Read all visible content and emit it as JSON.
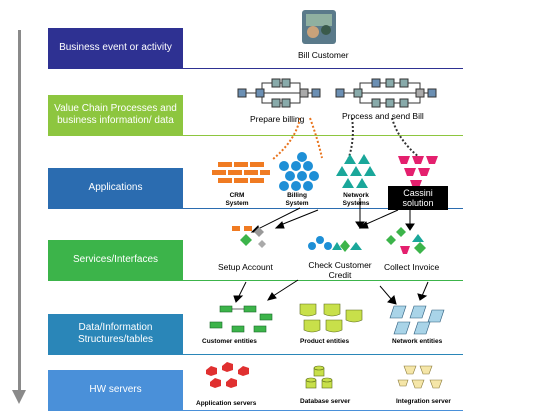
{
  "layers": [
    {
      "label": "Business event or activity",
      "color": "#2e3192"
    },
    {
      "label": "Value Chain Processes and business information/ data",
      "color": "#8dc63f"
    },
    {
      "label": "Applications",
      "color": "#2b6cb0"
    },
    {
      "label": "Services/Interfaces",
      "color": "#3cb44a"
    },
    {
      "label": "Data/Information Structures/tables",
      "color": "#2a86b8"
    },
    {
      "label": "HW servers",
      "color": "#4a90d9"
    }
  ],
  "business_event": {
    "label": "Bill Customer"
  },
  "processes": [
    "Prepare billing",
    "Process and send Bill"
  ],
  "applications": [
    "CRM System",
    "Billing System",
    "Network Systems"
  ],
  "cassini": "Cassini solution",
  "services": [
    "Setup Account",
    "Check Customer Credit",
    "Collect Invoice"
  ],
  "data_entities": [
    "Customer entities",
    "Product entities",
    "Network entities"
  ],
  "servers": [
    "Application servers",
    "Database server",
    "Integration server"
  ]
}
